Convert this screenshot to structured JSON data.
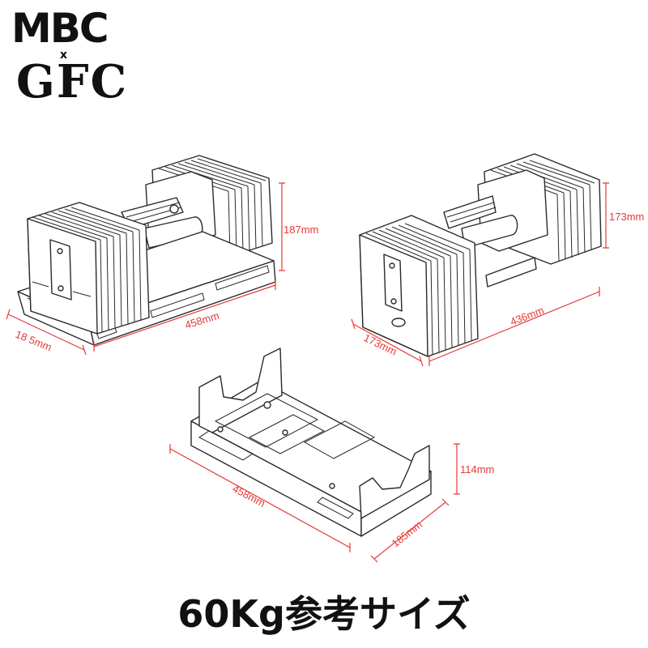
{
  "logo": {
    "line1": "MBC",
    "separator": "x",
    "line2": "GFC"
  },
  "dimensions": {
    "left_dumbbell": {
      "height": "187mm",
      "length": "458mm",
      "width": "18 5mm"
    },
    "right_dumbbell": {
      "height": "173mm",
      "length": "436mm",
      "width": "173mm"
    },
    "cradle": {
      "height": "114mm",
      "length": "458mm",
      "width": "185mm"
    }
  },
  "caption": "60Kg参考サイズ",
  "colors": {
    "dimension": "#e53935",
    "line": "#2a2a2a"
  }
}
